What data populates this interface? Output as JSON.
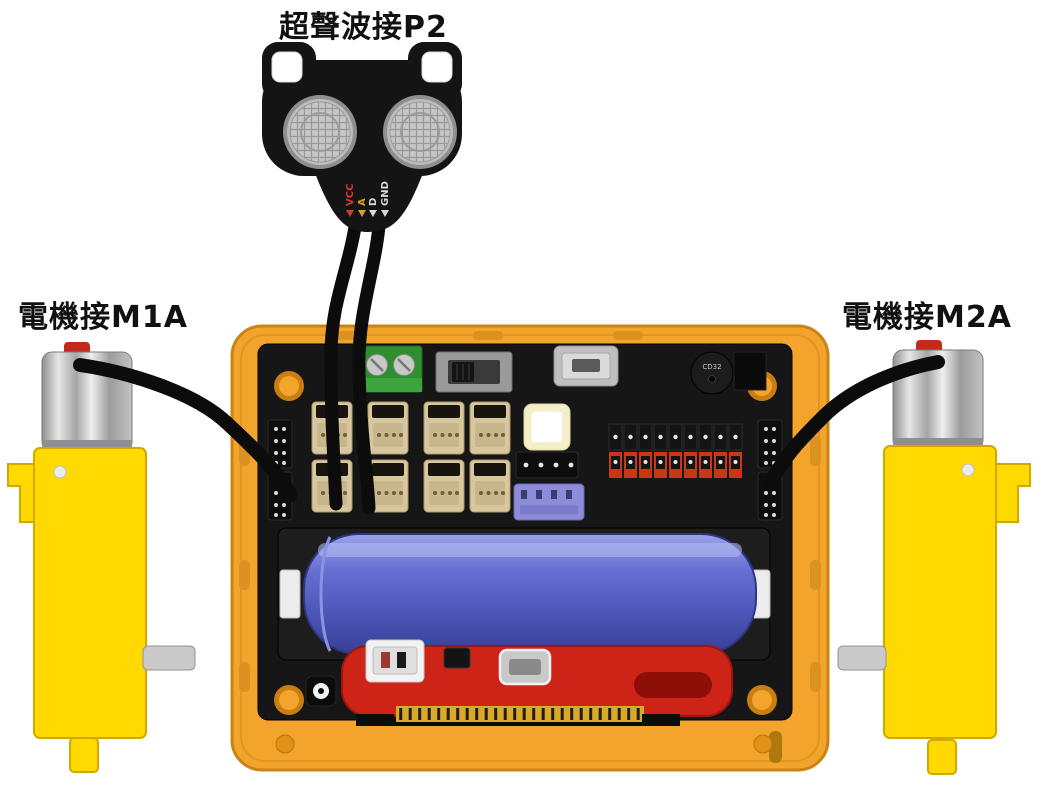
{
  "labels": {
    "ultrasonic": "超聲波接P2",
    "motor_left": "電機接M1A",
    "motor_right": "電機接M2A"
  },
  "sensor": {
    "pins": [
      "VCC",
      "A",
      "D",
      "GND"
    ]
  },
  "board": {
    "buzzer_label": "CD32"
  },
  "colors": {
    "chassis_orange": "#F3A42D",
    "board_black": "#161616",
    "battery_blue": "#5E68CC",
    "motor_yellow": "#FFD900",
    "expansion_red": "#CE2418",
    "cable_black": "#0C0C0C",
    "connector_beige": "#D8C69E",
    "connector_purple": "#8C8CD8",
    "terminal_green": "#2F8F2F"
  }
}
